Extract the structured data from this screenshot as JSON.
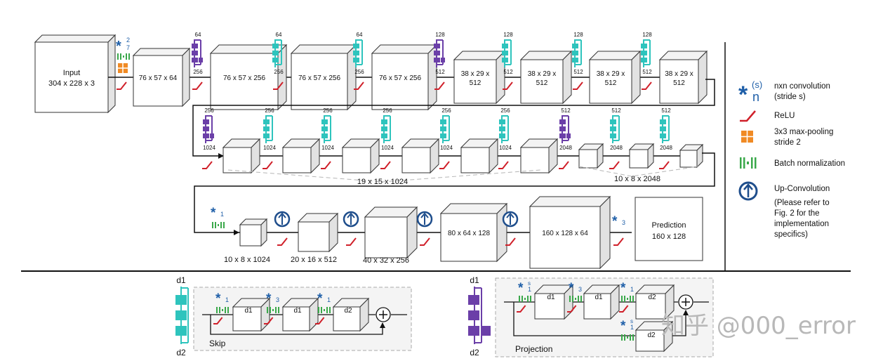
{
  "colors": {
    "conv_blue": "#1f5fa8",
    "relu_red": "#d0202a",
    "pool_orange": "#f08a24",
    "bn_green": "#3aa84a",
    "teal_block": "#2ec4bd",
    "purple_block": "#6b3fa8",
    "line": "#111111",
    "dash": "#b5b5b5"
  },
  "icons": {
    "conv": "asterisk-icon",
    "relu": "relu-icon",
    "pool": "max-pool-icon",
    "bn": "batch-norm-icon",
    "upconv": "up-arrow-circle-icon",
    "add": "plus-circle-icon"
  },
  "input": {
    "line1": "Input",
    "line2": "304 x 228 x 3"
  },
  "first_conv": {
    "sub": "2",
    "n": "7"
  },
  "row1": [
    {
      "dim1": "76 x 57 x 64",
      "dim2": ""
    },
    {
      "dim1": "76 x 57 x 256",
      "dim2": ""
    },
    {
      "dim1": "76 x 57 x 256",
      "dim2": ""
    },
    {
      "dim1": "76 x 57 x 256",
      "dim2": ""
    },
    {
      "dim1": "38 x 29 x",
      "dim2": "512"
    },
    {
      "dim1": "38 x 29 x",
      "dim2": "512"
    },
    {
      "dim1": "38 x 29 x",
      "dim2": "512"
    },
    {
      "dim1": "38 x 29 x",
      "dim2": "512"
    }
  ],
  "row1_blocks": [
    {
      "type": "purple",
      "top": "64",
      "bottom": "256"
    },
    {
      "type": "teal",
      "top": "64",
      "bottom": "256"
    },
    {
      "type": "teal",
      "top": "64",
      "bottom": "256"
    },
    {
      "type": "purple",
      "top": "128",
      "bottom": "512"
    },
    {
      "type": "teal",
      "top": "128",
      "bottom": "512"
    },
    {
      "type": "teal",
      "top": "128",
      "bottom": "512"
    },
    {
      "type": "teal",
      "top": "128",
      "bottom": "512"
    }
  ],
  "row2_blocks": [
    {
      "type": "purple",
      "top": "256",
      "bottom": "1024"
    },
    {
      "type": "teal",
      "top": "256",
      "bottom": "1024"
    },
    {
      "type": "teal",
      "top": "256",
      "bottom": "1024"
    },
    {
      "type": "teal",
      "top": "256",
      "bottom": "1024"
    },
    {
      "type": "teal",
      "top": "256",
      "bottom": "1024"
    },
    {
      "type": "teal",
      "top": "256",
      "bottom": "1024"
    },
    {
      "type": "purple",
      "top": "512",
      "bottom": "2048"
    },
    {
      "type": "teal",
      "top": "512",
      "bottom": "2048"
    },
    {
      "type": "teal",
      "top": "512",
      "bottom": "2048"
    }
  ],
  "row2_group_labels": [
    "19 x 15 x 1024",
    "10 x 8 x 2048"
  ],
  "row3": {
    "conv_sub": "1",
    "boxes": [
      "10 x 8 x 1024",
      "20 x 16 x 512",
      "40 x 32 x 256",
      "80 x 64 x 128",
      "160 x 128 x 64"
    ],
    "final_conv_sub": "3",
    "prediction": {
      "line1": "Prediction",
      "line2": "160 x 128"
    }
  },
  "legend": [
    {
      "icon": "asterisk-icon",
      "line1": "nxn convolution",
      "line2": "(stride s)",
      "sym_n": "n",
      "sym_s": "(s)"
    },
    {
      "icon": "relu-icon",
      "line1": "ReLU",
      "line2": ""
    },
    {
      "icon": "max-pool-icon",
      "line1": "3x3 max-pooling",
      "line2": "stride 2"
    },
    {
      "icon": "batch-norm-icon",
      "line1": "Batch normalization",
      "line2": ""
    },
    {
      "icon": "up-arrow-circle-icon",
      "line1": "Up-Convolution",
      "line2": ""
    }
  ],
  "legend_note": [
    "(Please refer to",
    "Fig. 2 for the",
    "implementation",
    "specifics)"
  ],
  "skip": {
    "d1": "d1",
    "d2": "d2",
    "title": "Skip",
    "subs": [
      "1",
      "3",
      "1"
    ],
    "boxes": [
      "d1",
      "d1",
      "d2"
    ]
  },
  "projection": {
    "d1": "d1",
    "d2": "d2",
    "title": "Projection",
    "subs": [
      "1",
      "3",
      "1",
      "1"
    ],
    "sups": [
      "s",
      "s"
    ],
    "boxes": [
      "d1",
      "d1",
      "d2",
      "d2"
    ]
  },
  "watermark": "知乎 @000_error"
}
